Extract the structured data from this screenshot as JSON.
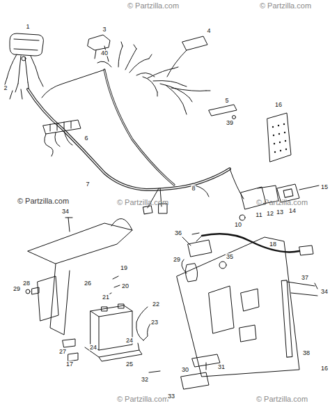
{
  "diagram": {
    "labels": [
      "© Partzilla.com",
      "© Partzilla.com",
      "© Partzilla.com",
      "© Partzilla.com",
      "© Partzilla.com",
      "© Partzilla.com",
      "© Partzilla.com",
      "1",
      "2",
      "3",
      "40",
      "4",
      "5",
      "39",
      "6",
      "7",
      "8",
      "16",
      "10",
      "11",
      "12",
      "13",
      "14",
      "15",
      "18",
      "34",
      "19",
      "20",
      "26",
      "21",
      "22",
      "23",
      "24",
      "24",
      "25",
      "17",
      "27",
      "28",
      "29",
      "36",
      "29",
      "35",
      "37",
      "34",
      "38",
      "16",
      "31",
      "30",
      "32",
      "33"
    ]
  }
}
